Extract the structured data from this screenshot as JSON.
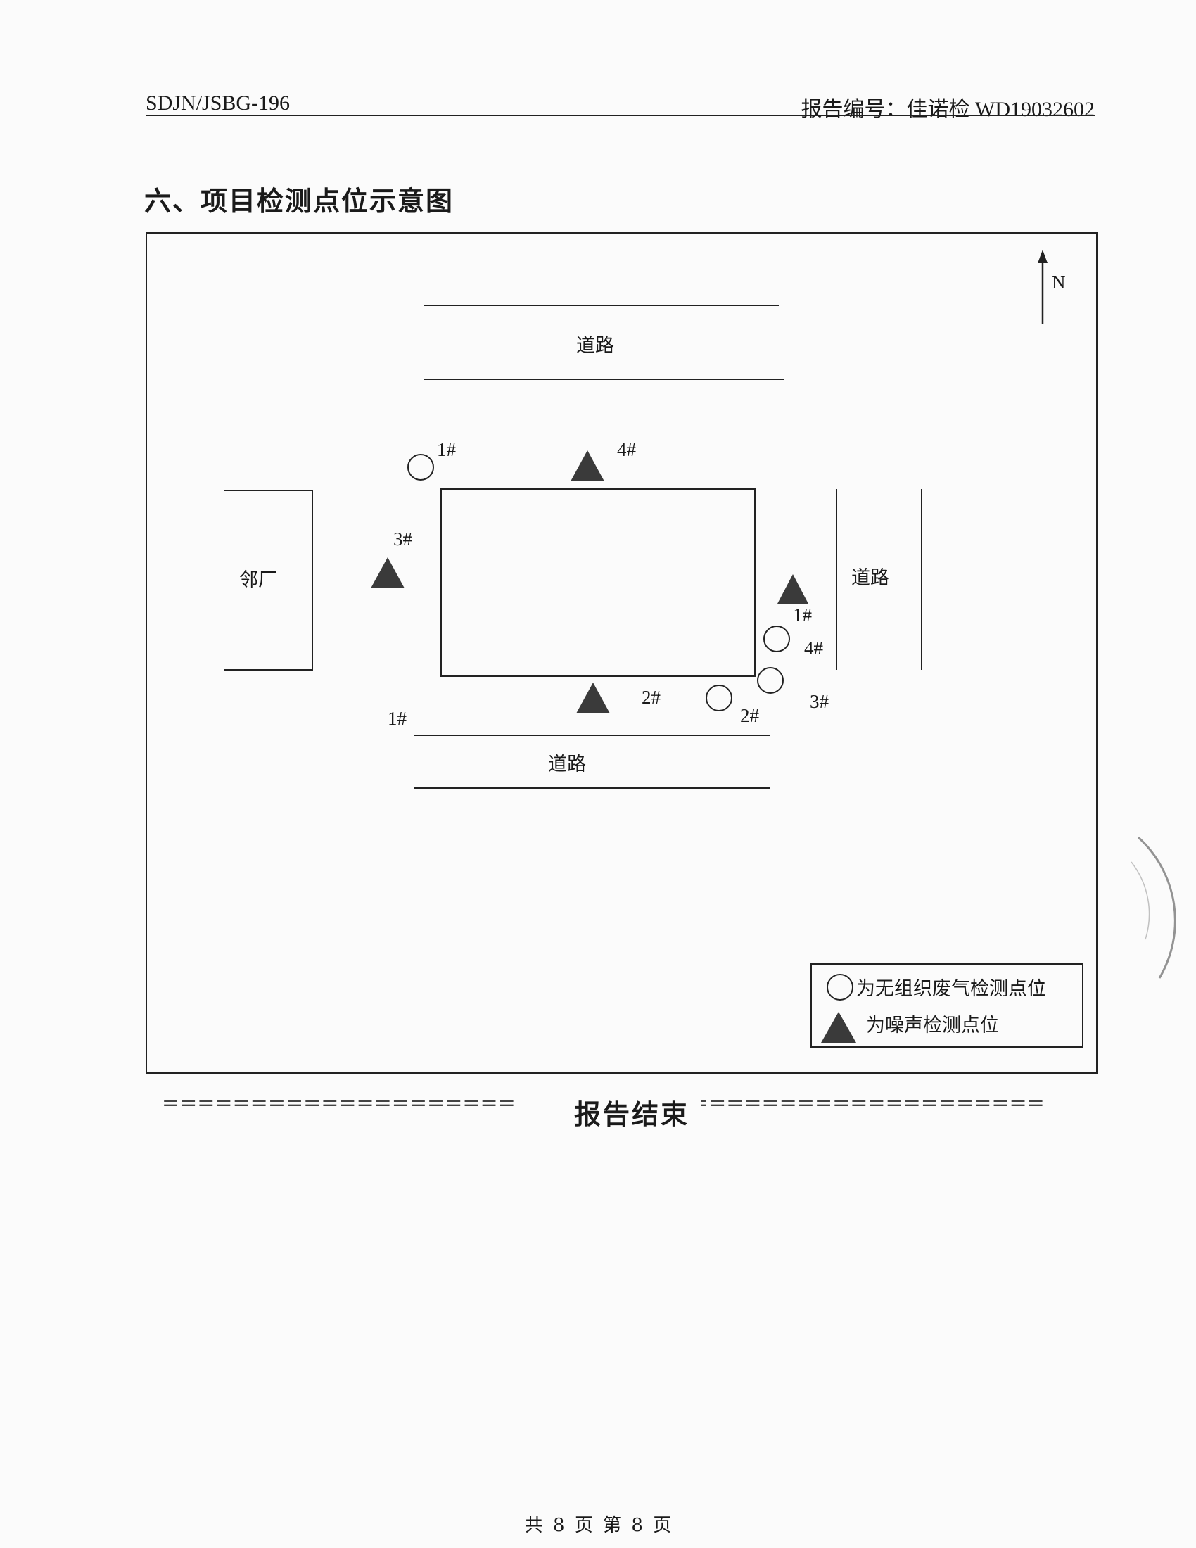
{
  "header": {
    "doc_code": "SDJN/JSBG-196",
    "report_no": "报告编号：佳诺检 WD19032602"
  },
  "section": {
    "title": "六、项目检测点位示意图"
  },
  "map": {
    "north_label": "N",
    "road_top": "道路",
    "road_right": "道路",
    "road_bottom": "道路",
    "neighbor": "邻厂",
    "gas_points": {
      "p1": "1#",
      "p2": "2#",
      "p3": "3#",
      "p4": "4#"
    },
    "noise_points": {
      "p1": "1#",
      "p2": "2#",
      "p3": "3#",
      "p4": "4#"
    },
    "legend": {
      "gas": "为无组织废气检测点位",
      "noise": "为噪声检测点位"
    }
  },
  "footer": {
    "end_text": "报告结束",
    "end_rule_left": "====================",
    "end_rule_right": "====================",
    "page": "共 8 页 第 8 页"
  }
}
